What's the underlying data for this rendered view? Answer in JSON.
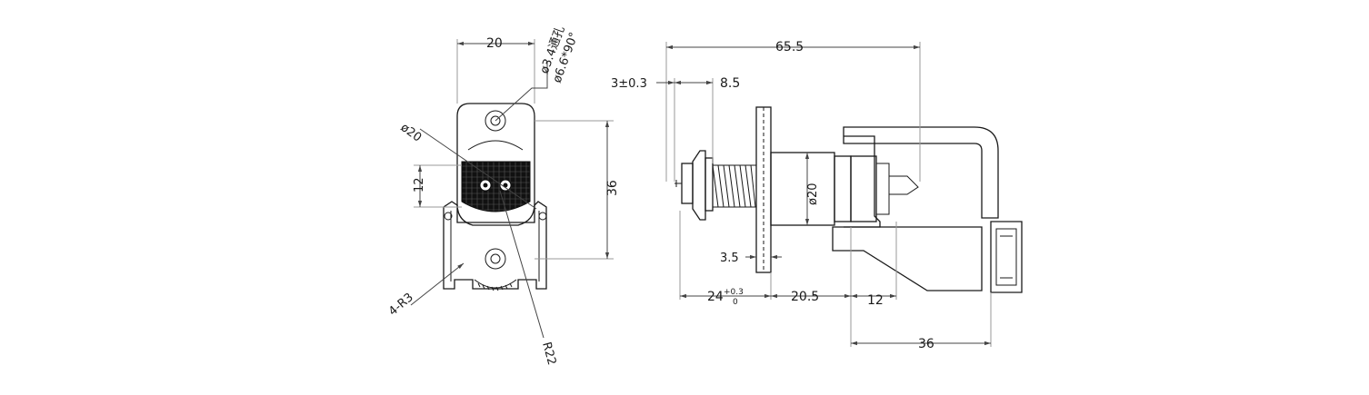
{
  "drawing": {
    "front_view": {
      "width_dim": "20",
      "hole_note_line1": "ø3.4通孔",
      "hole_note_line2": "ø6.6*90°",
      "dia_label": "ø20",
      "slot_dim": "12",
      "height_dim": "36",
      "corner_radius_note": "4-R3",
      "radius_note": "R22"
    },
    "side_view": {
      "overall_length": "65.5",
      "tolerance_dim": "3±0.3",
      "stroke_dim": "8.5",
      "body_dia": "ø20",
      "flange_dim": "3.5",
      "base_dim": "24",
      "base_tol_upper": "+0.3",
      "base_tol_lower": "0",
      "mid_dim": "20.5",
      "inner_dim": "12",
      "bottom_dim": "36"
    }
  },
  "colors": {
    "line": "#1a1a1a",
    "dimension": "#444444",
    "extension": "#9a9a9a",
    "fill": "#111111"
  }
}
